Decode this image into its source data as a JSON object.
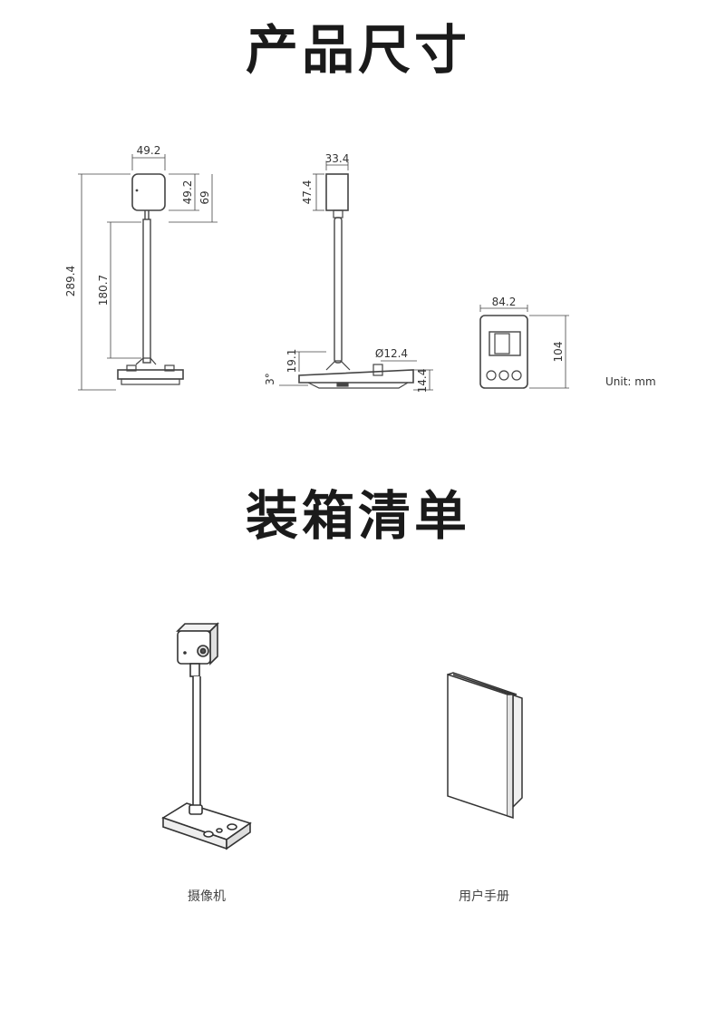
{
  "headings": {
    "dimensions": "产品尺寸",
    "package": "装箱清单"
  },
  "dimensions": {
    "front_width": "49.2",
    "front_head_height": "49.2",
    "front_head_total": "69",
    "front_total_height": "289.4",
    "front_pole_height": "180.7",
    "side_width": "33.4",
    "side_height": "47.4",
    "side_base_height": "19.1",
    "side_pole_diameter": "Ø12.4",
    "side_angle": "3°",
    "side_base_thickness": "14.4",
    "base_width": "84.2",
    "base_depth": "104",
    "unit": "Unit: mm"
  },
  "package_items": [
    {
      "label": "摄像机"
    },
    {
      "label": "用户手册"
    }
  ],
  "colors": {
    "line": "#444444",
    "title": "#1a1a1a"
  }
}
